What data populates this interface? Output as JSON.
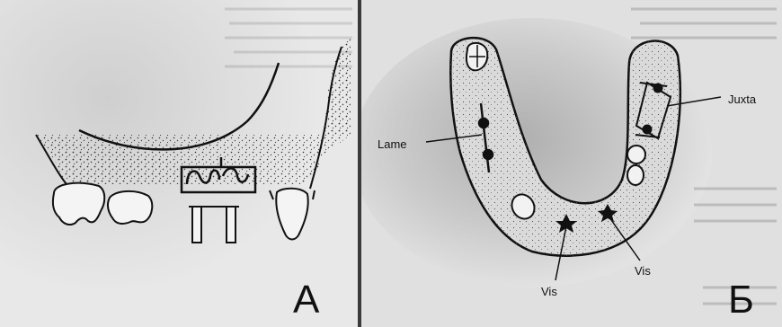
{
  "figure": {
    "panel_a": {
      "letter": "A"
    },
    "panel_b": {
      "letter": "Б",
      "labels": {
        "lame": "Lame",
        "juxta": "Juxta",
        "vis_left": "Vis",
        "vis_right": "Vis"
      }
    }
  },
  "colors": {
    "ink": "#111111",
    "paper": "#e2e2e2",
    "divider": "#3a3a3a"
  }
}
